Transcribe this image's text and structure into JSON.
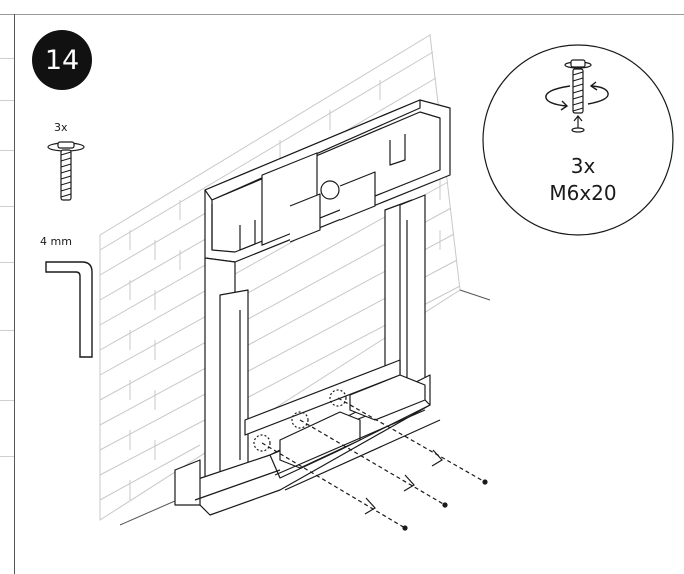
{
  "step": {
    "number": "14"
  },
  "parts": {
    "screw": {
      "quantity": "3x",
      "icon": "screw-icon"
    },
    "hex_key": {
      "size": "4 mm",
      "icon": "hex-key-icon"
    }
  },
  "callout": {
    "quantity": "3x",
    "size": "M6x20",
    "icons": [
      "screw-icon",
      "rotate-arrows-icon",
      "up-arrow-icon"
    ]
  },
  "colors": {
    "badge": "#111111",
    "line": "#1a1a1a",
    "wall": "#c8c8c8"
  }
}
